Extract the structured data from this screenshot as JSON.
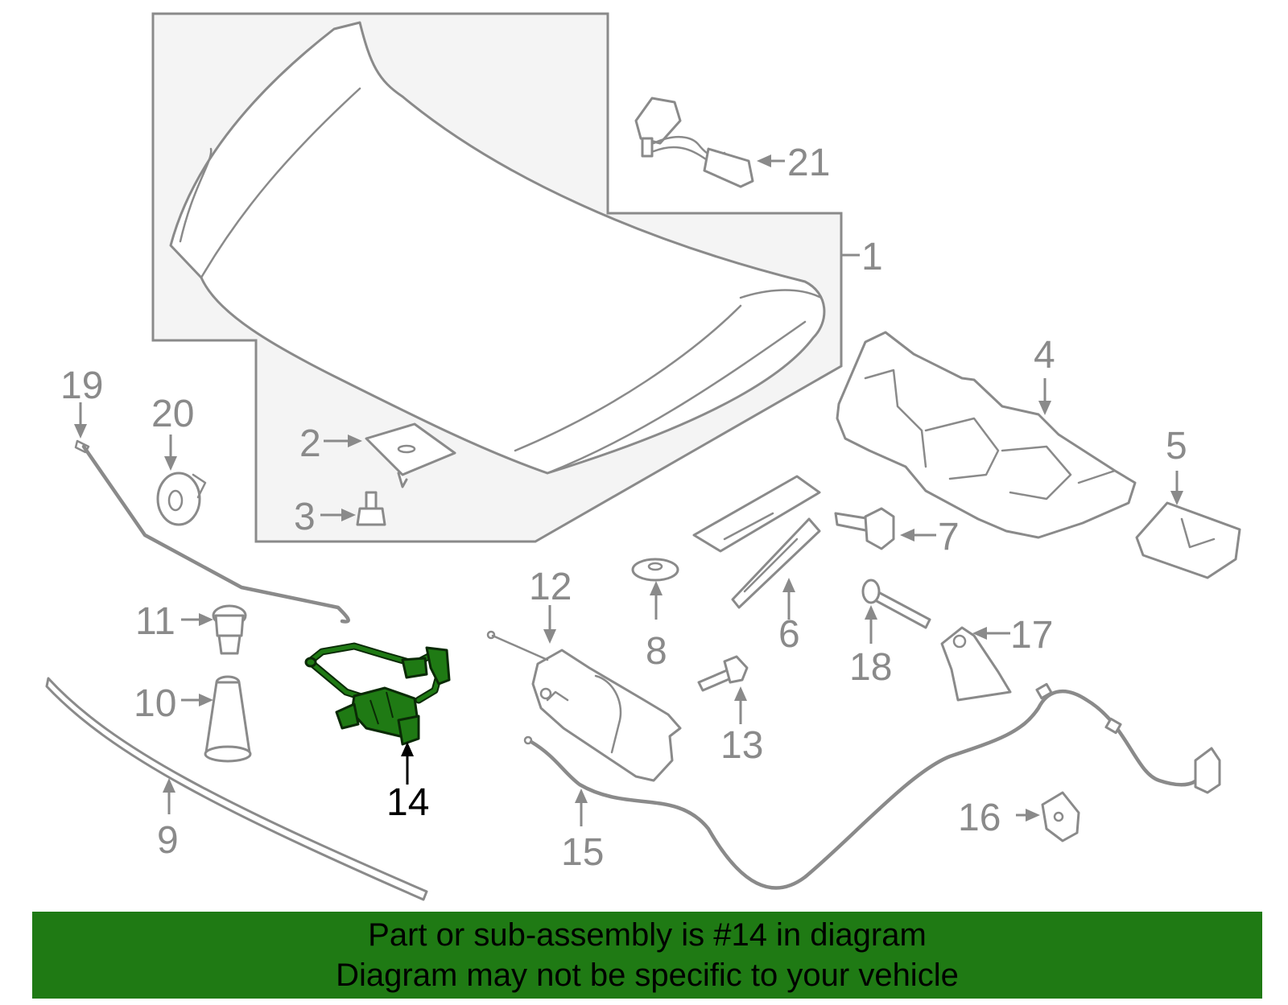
{
  "diagram": {
    "highlighted_part": "14",
    "part_labels": [
      "1",
      "2",
      "3",
      "4",
      "5",
      "6",
      "7",
      "8",
      "9",
      "10",
      "11",
      "12",
      "13",
      "14",
      "15",
      "16",
      "17",
      "18",
      "19",
      "20",
      "21"
    ]
  },
  "banner": {
    "line1": "Part or sub-assembly is #14 in diagram",
    "line2": "Diagram may not be specific to your vehicle",
    "background_color": "#1f7a14"
  },
  "colors": {
    "part_outline": "#8a8a8a",
    "highlight": "#1f7a14"
  }
}
